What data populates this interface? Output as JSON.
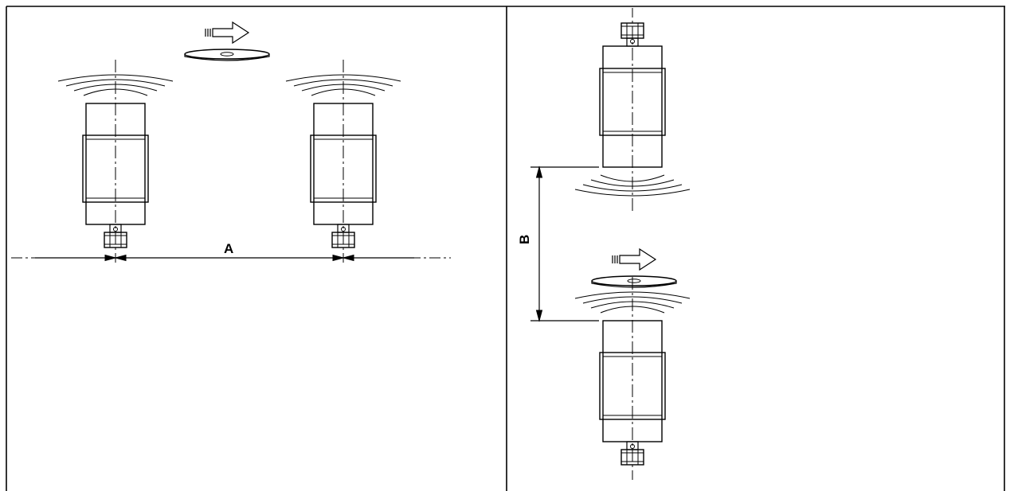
{
  "panels": [
    {
      "id": "side-by-side-mounting",
      "dimension_label": "A",
      "sensor_count": 2,
      "target_shown": true
    },
    {
      "id": "opposite-mounting",
      "dimension_label": "B",
      "sensor_count": 2,
      "target_shown": true
    }
  ],
  "colors": {
    "line": "#000000",
    "background": "#ffffff"
  }
}
